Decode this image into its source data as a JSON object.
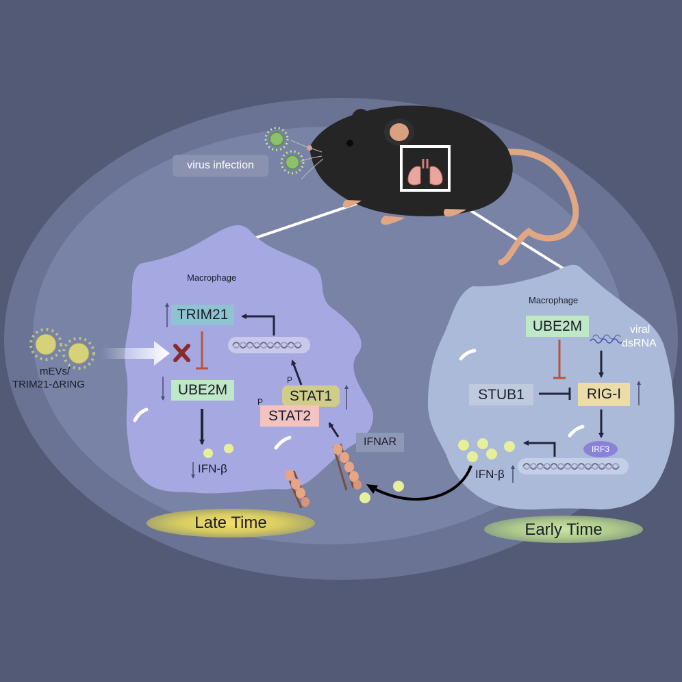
{
  "labels": {
    "virus_infection": "virus infection",
    "mevs_line1": "mEVs/",
    "mevs_line2": "TRIM21-ΔRING",
    "macrophage_left": "Macrophage",
    "macrophage_right": "Macrophage",
    "late_time": "Late Time",
    "early_time": "Early Time",
    "viral_line1": "viral",
    "viral_line2": "dsRNA",
    "ifnar": "IFNAR",
    "irf3": "IRF3",
    "ifnb_left": "IFN-β",
    "ifnb_right": "IFN-β",
    "phos_1": "P",
    "phos_2": "P"
  },
  "genes": {
    "trim21": "TRIM21",
    "ube2m_left": "UBE2M",
    "stat1": "STAT1",
    "stat2": "STAT2",
    "ube2m_right": "UBE2M",
    "stub1": "STUB1",
    "rigi": "RIG-I"
  },
  "colors": {
    "background": "#535a75",
    "outer_ellipse": "#6a7394",
    "inner_ellipse": "#7983a6",
    "macrophage_left": "#a6a8e2",
    "macrophage_right": "#aabad8",
    "trim21_box": "#8fc3d2",
    "ube2m_box": "#bfe8c6",
    "stat1_box": "#d0cd8a",
    "stat2_box": "#f2c3bf",
    "rigi_box": "#ecdca8",
    "inhibit": "#b5543b",
    "arrow": "#22243c",
    "ifn_ball": "#e6f09a"
  }
}
